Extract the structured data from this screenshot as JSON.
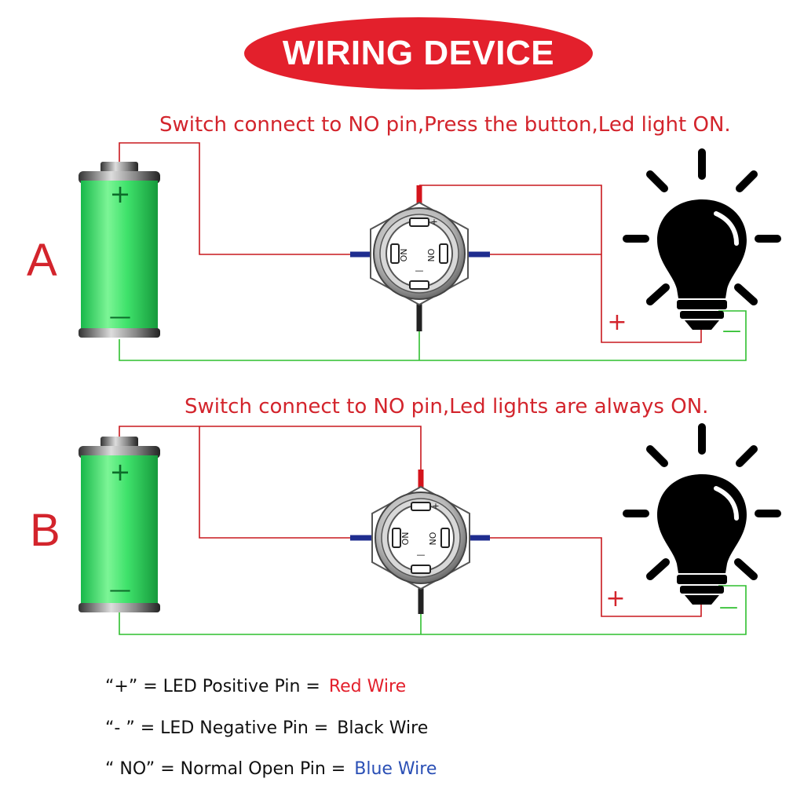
{
  "title": "WIRING DEVICE",
  "diagrams": [
    {
      "label": "A",
      "caption": "Switch connect to NO pin,Press the button,Led light ON.",
      "battery_plus": "+",
      "battery_minus": "—",
      "switch_top_mark": "+",
      "switch_left_mark": "NO",
      "switch_right_mark": "NO",
      "switch_bottom_mark": "—",
      "bulb_plus": "+",
      "bulb_minus": "—"
    },
    {
      "label": "B",
      "caption": "Switch connect to NO pin,Led lights are always ON.",
      "battery_plus": "+",
      "battery_minus": "—",
      "switch_top_mark": "+",
      "switch_left_mark": "NO",
      "switch_right_mark": "NO",
      "switch_bottom_mark": "—",
      "bulb_plus": "+",
      "bulb_minus": "—"
    }
  ],
  "legend": [
    {
      "key": "“+”",
      "desc": "= LED Positive Pin =",
      "value": "Red Wire",
      "color": "#e3202c"
    },
    {
      "key": "“- ”",
      "desc": "= LED Negative Pin =",
      "value": "Black Wire",
      "color": "#111111"
    },
    {
      "key": "“ NO”",
      "desc": "= Normal Open Pin =",
      "value": "Blue Wire",
      "color": "#2a4fb5"
    }
  ],
  "colors": {
    "accent": "#e3202c",
    "wire_red": "#c8181e",
    "wire_green": "#2fbf2f",
    "wire_blue": "#1f2d8f",
    "battery_green": "#3fe26b"
  }
}
